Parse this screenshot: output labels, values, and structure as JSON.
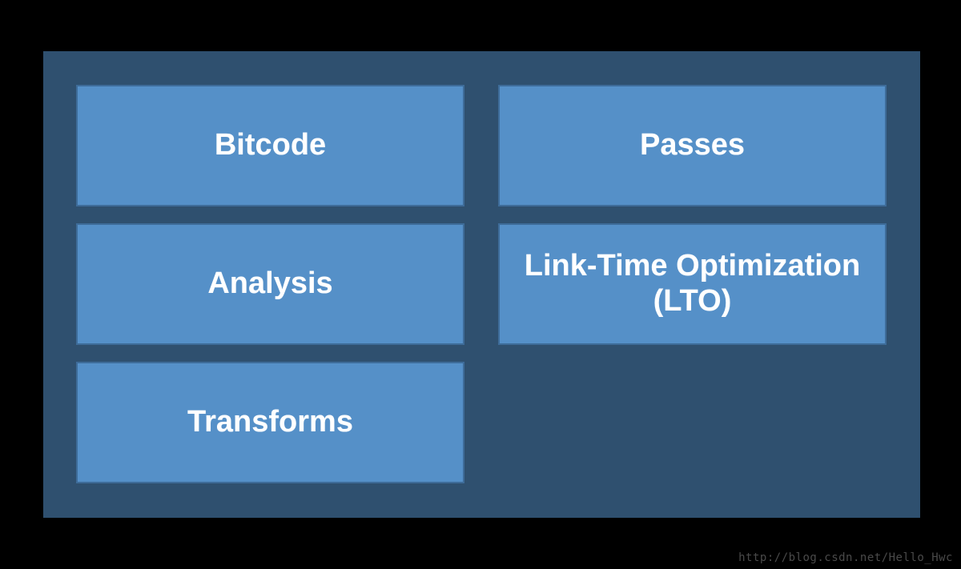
{
  "page": {
    "background_color": "#000000",
    "watermark": "http://blog.csdn.net/Hello_Hwc"
  },
  "diagram": {
    "panel_color": "#2F506F",
    "box_fill_color": "#5590C8",
    "box_border_color": "#3E6C99",
    "label_color": "#FFFFFF",
    "boxes": [
      {
        "name": "bitcode",
        "label": "Bitcode"
      },
      {
        "name": "passes",
        "label": "Passes"
      },
      {
        "name": "analysis",
        "label": "Analysis"
      },
      {
        "name": "lto",
        "label": "Link-Time Optimization\n(LTO)"
      },
      {
        "name": "transforms",
        "label": "Transforms"
      }
    ]
  }
}
